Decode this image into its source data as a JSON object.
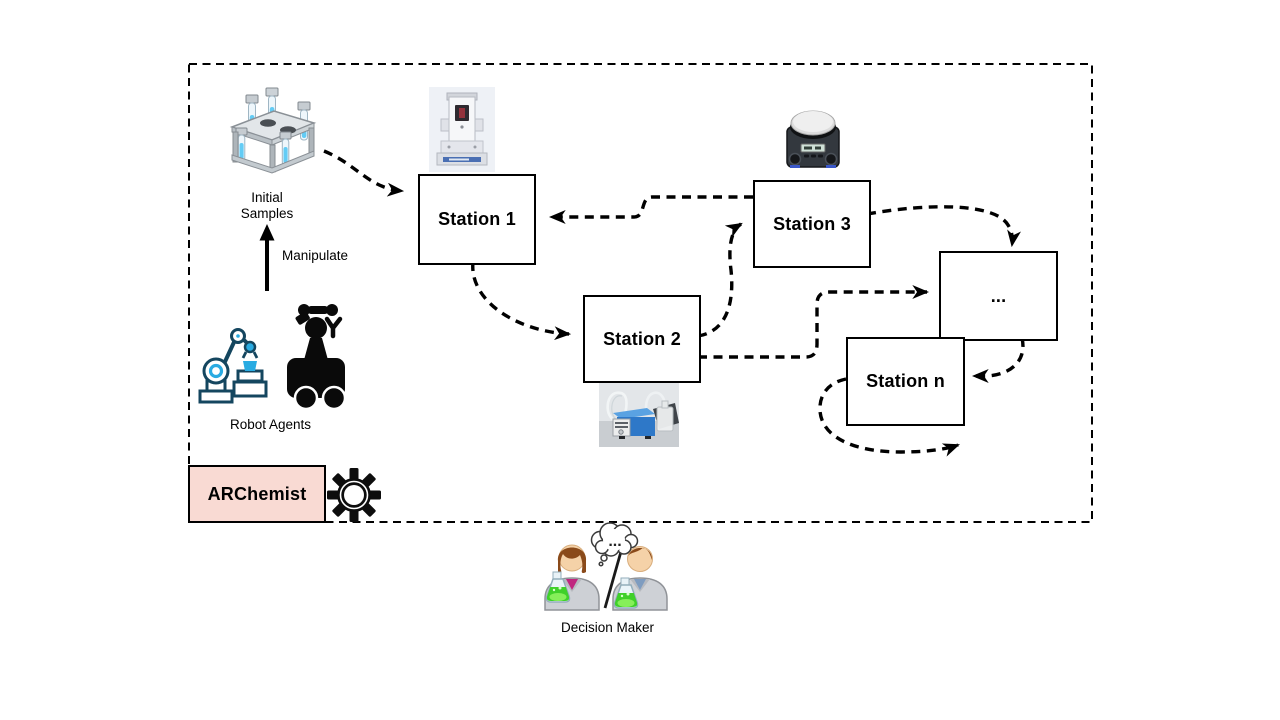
{
  "figure": {
    "boxes": {
      "station1": "Station 1",
      "station2": "Station 2",
      "station3": "Station 3",
      "ellipsis": "...",
      "station_n": "Station n",
      "archemist": "ARChemist"
    },
    "labels": {
      "initial_samples": "Initial\nSamples",
      "manipulate": "Manipulate",
      "robot_agents": "Robot Agents",
      "decision_maker": "Decision Maker",
      "thought_dots": "..."
    },
    "icons": {
      "gear": "gear-icon",
      "robot_arm": "robot-arm-icon",
      "mobile_robot": "mobile-robot-icon",
      "test_tube_rack": "test-tube-rack-image",
      "station1_instrument": "dispenser-instrument-image",
      "station2_pump": "peristaltic-pump-image",
      "station3_hotplate": "hotplate-stirrer-image",
      "scientists": "scientists-image"
    },
    "colors": {
      "archemist_bg": "#f9dad3",
      "line": "#000000",
      "robot_accent": "#29abe2",
      "flask_green": "#3fd02a"
    }
  }
}
